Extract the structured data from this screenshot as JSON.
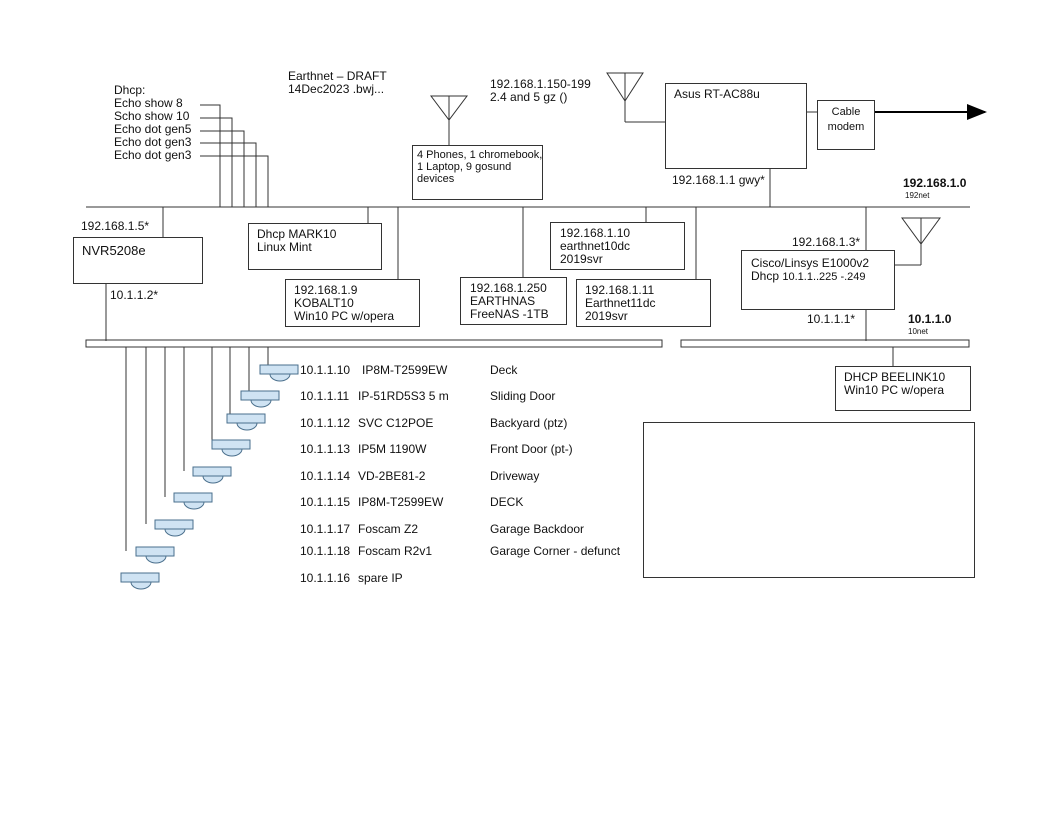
{
  "title": {
    "line1": "Earthnet – DRAFT",
    "line2": "14Dec2023   .bwj..."
  },
  "dhcp_list": [
    "Dhcp:",
    "Echo show 8",
    "Scho show 10",
    "Echo dot gen5",
    "Echo dot gen3",
    "Echo dot gen3"
  ],
  "wifi_range": {
    "line1": "192.168.1.150-199",
    "line2": "2.4 and 5 gz ()"
  },
  "devices_box": {
    "lines": [
      "4 Phones, 1 chromebook,",
      "1 Laptop, 9 gosund",
      "devices"
    ]
  },
  "router": {
    "name": "Asus RT-AC88u",
    "gateway": "192.168.1.1 gwy*"
  },
  "modem": {
    "line1": "Cable",
    "line2": "modem"
  },
  "net192": {
    "label": "192.168.1.0",
    "sublabel": "192net"
  },
  "net10": {
    "label": "10.1.1.0",
    "sublabel": "10net"
  },
  "nvr": {
    "name": "NVR5208e",
    "ip_top": "192.168.1.5*",
    "ip_bottom": "10.1.1.2*"
  },
  "mark10": {
    "lines": [
      "Dhcp  MARK10",
      "Linux Mint"
    ]
  },
  "kobalt10": {
    "lines": [
      "192.168.1.9",
      "KOBALT10",
      "Win10 PC w/opera"
    ]
  },
  "earthnas": {
    "lines": [
      "192.168.1.250",
      "EARTHNAS",
      "FreeNAS -1TB"
    ]
  },
  "earthnet10dc": {
    "lines": [
      "192.168.1.10",
      "earthnet10dc",
      "2019svr"
    ]
  },
  "earthnet11dc": {
    "lines": [
      "192.168.1.11",
      "Earthnet11dc",
      "2019svr"
    ]
  },
  "cisco": {
    "ip_top": "192.168.1.3*",
    "line1": "Cisco/Linsys E1000v2",
    "line2a": "Dhcp",
    "line2b": "10.1.1..225 -.249",
    "ip_bottom": "10.1.1.1*"
  },
  "beelink": {
    "lines": [
      "DHCP    BEELINK10",
      "Win10 PC w/opera"
    ]
  },
  "cameras": [
    {
      "ip": "10.1.1.10",
      "model": "IP8M-T2599EW",
      "location": "Deck"
    },
    {
      "ip": "10.1.1.11",
      "model": "IP-51RD5S3 5 m",
      "location": "Sliding Door"
    },
    {
      "ip": "10.1.1.12",
      "model": "SVC C12POE",
      "location": "Backyard  (ptz)"
    },
    {
      "ip": "10.1.1.13",
      "model": "IP5M 1190W",
      "location": "Front Door  (pt-)"
    },
    {
      "ip": "10.1.1.14",
      "model": "VD-2BE81-2",
      "location": "Driveway"
    },
    {
      "ip": "10.1.1.15",
      "model": "IP8M-T2599EW",
      "location": "DECK"
    },
    {
      "ip": "10.1.1.17",
      "model": "Foscam Z2",
      "location": "Garage Backdoor"
    },
    {
      "ip": "10.1.1.18",
      "model": "Foscam R2v1",
      "location": "Garage Corner - defunct"
    },
    {
      "ip": "10.1.1.16",
      "model": "spare IP",
      "location": ""
    }
  ],
  "colors": {
    "line": "#333333",
    "camera_fill": "#cfe3f3",
    "camera_stroke": "#4a6f8c"
  }
}
